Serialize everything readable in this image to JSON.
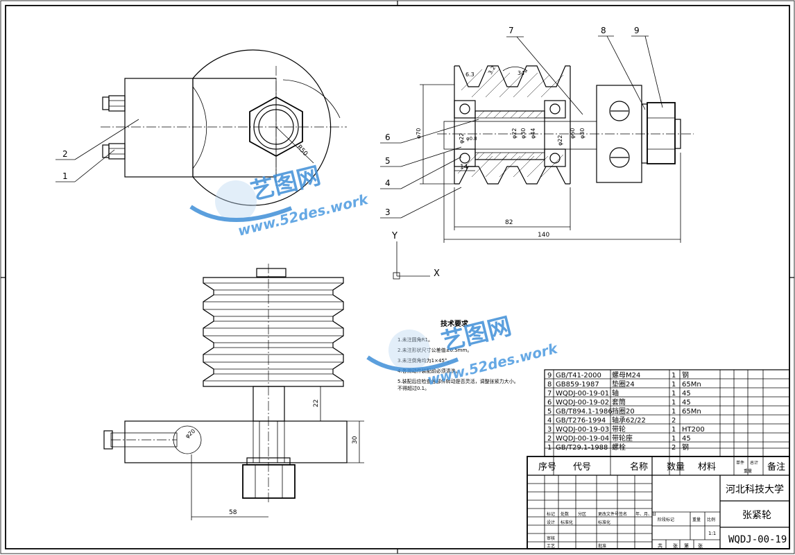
{
  "balloons": [
    "1",
    "2",
    "3",
    "4",
    "5",
    "6",
    "7",
    "8",
    "9"
  ],
  "dimensions": {
    "r50": "R50",
    "d70": "φ70",
    "d22a": "φ22",
    "d22b": "φ22",
    "d22c": "φ22",
    "d30a": "φ30",
    "d30b": "φ30",
    "d44": "φ44",
    "d60": "φ60",
    "d08": "φ0.8",
    "len82": "82",
    "len140": "140",
    "len14": "14",
    "ang34": "34°",
    "r32": "3.2",
    "r63": "6.3",
    "v22": "22",
    "v30": "30",
    "h58": "58",
    "d20": "φ20"
  },
  "axes": {
    "y": "Y",
    "x": "X"
  },
  "watermark": {
    "cn": "艺图网",
    "url": "www.52des.work"
  },
  "tech": {
    "title": "技术要求",
    "items": [
      "1.未注圆角R1。",
      "2.未注形状尺寸公差值±0.5mm。",
      "3.未注倒角均为1×45°。",
      "4.各滑动件装配前必须清洗。",
      "5.装配后应检查各部件转动是否灵活，调整张紧力大小。",
      "不得超过0.1。"
    ]
  },
  "bom": {
    "rows": [
      {
        "no": "9",
        "code": "GB/T41-2000",
        "name": "螺母M24",
        "qty": "1",
        "mat": "钢"
      },
      {
        "no": "8",
        "code": "GB859-1987",
        "name": "垫圈24",
        "qty": "1",
        "mat": "65Mn"
      },
      {
        "no": "7",
        "code": "WQDJ-00-19-01",
        "name": "轴",
        "qty": "1",
        "mat": "45"
      },
      {
        "no": "6",
        "code": "WQDJ-00-19-02",
        "name": "套筒",
        "qty": "1",
        "mat": "45"
      },
      {
        "no": "5",
        "code": "GB/T894.1-1986",
        "name": "挡圈20",
        "qty": "1",
        "mat": "65Mn"
      },
      {
        "no": "4",
        "code": "GB/T276-1994",
        "name": "轴承62/22",
        "qty": "2",
        "mat": ""
      },
      {
        "no": "3",
        "code": "WQDJ-00-19-03",
        "name": "带轮",
        "qty": "1",
        "mat": "HT200"
      },
      {
        "no": "2",
        "code": "WQDJ-00-19-04",
        "name": "带轮座",
        "qty": "1",
        "mat": "45"
      },
      {
        "no": "1",
        "code": "GB/T29.1-1988",
        "name": "螺栓",
        "qty": "2",
        "mat": "钢"
      }
    ],
    "headers": {
      "no": "序号",
      "code": "代号",
      "name": "名称",
      "qty": "数量",
      "mat": "材料",
      "unit": "单件",
      "total": "总计",
      "weight": "重量",
      "remark": "备注"
    }
  },
  "title_block": {
    "school": "河北科技大学",
    "part": "张紧轮",
    "drawing_no": "WQDJ-00-19",
    "scale": "1:1",
    "labels": {
      "mark": "标记",
      "count": "处数",
      "zone": "分区",
      "docno": "更改文件号",
      "sign": "签名",
      "date": "年、月、日",
      "design": "设计",
      "std": "标准化",
      "std2": "标准化",
      "stage": "阶段标记",
      "weight": "重量",
      "ratio": "比例",
      "check": "审核",
      "process": "工艺",
      "approve": "批准",
      "total": "共",
      "sheets": "张",
      "no": "第",
      "sheet": "张"
    }
  }
}
